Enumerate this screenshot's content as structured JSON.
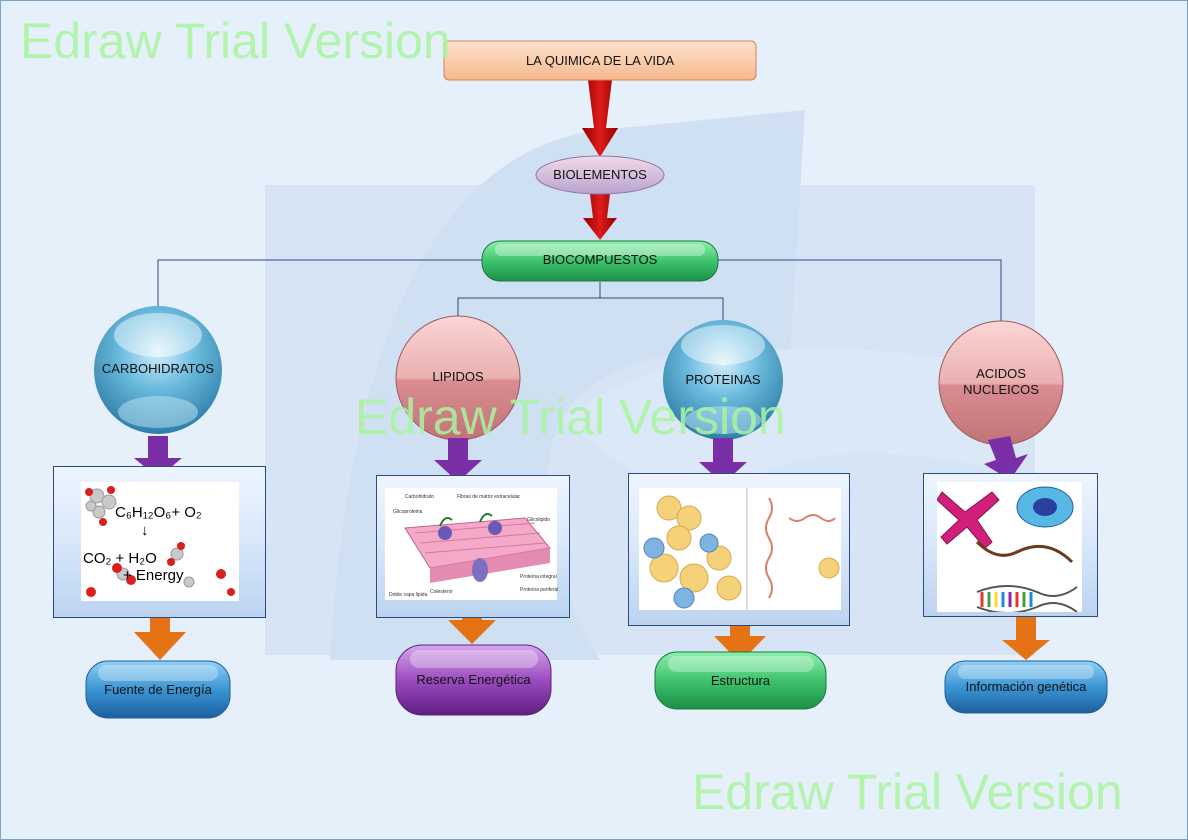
{
  "watermark": "Edraw Trial Version",
  "nodes": {
    "root": "LA QUIMICA DE LA VIDA",
    "biolementos": "BIOLEMENTOS",
    "biocompuestos": "BIOCOMPUESTOS",
    "carbohidratos": "CARBOHIDRATOS",
    "lipidos": "LIPIDOS",
    "proteinas": "PROTEINAS",
    "acidos_line1": "ACIDOS",
    "acidos_line2": "NUCLEICOS"
  },
  "outcomes": {
    "carbohidratos": "Fuente de Energía",
    "lipidos": "Reserva Energética",
    "proteinas": "Estructura",
    "acidos": "Información genética"
  },
  "images": {
    "carbo_formula_1": "C₆H₁₂O₆+ O₂",
    "carbo_formula_arrow": "↓",
    "carbo_formula_2": "CO₂ + H₂O",
    "carbo_formula_3": "+ Energy",
    "lipid_labels": [
      "Carbohidrato",
      "Fibras de matriz extracelular",
      "Glicoproteina",
      "Glicolipido",
      "Proteína integral",
      "Colesterol",
      "Proteína periferal",
      "Doble capa lipida"
    ]
  },
  "colors": {
    "root_fill": "#f9c9a5",
    "green_pill": "#3ec36e",
    "blue_sphere": "#4fa6c9",
    "pink_sphere": "#e9a3a6",
    "purple_arrow": "#7a2fa6",
    "orange_arrow": "#e57315",
    "red_arrow": "#d01414",
    "blue_pill": "#2f84c7",
    "purple_pill": "#8e3fb3"
  }
}
